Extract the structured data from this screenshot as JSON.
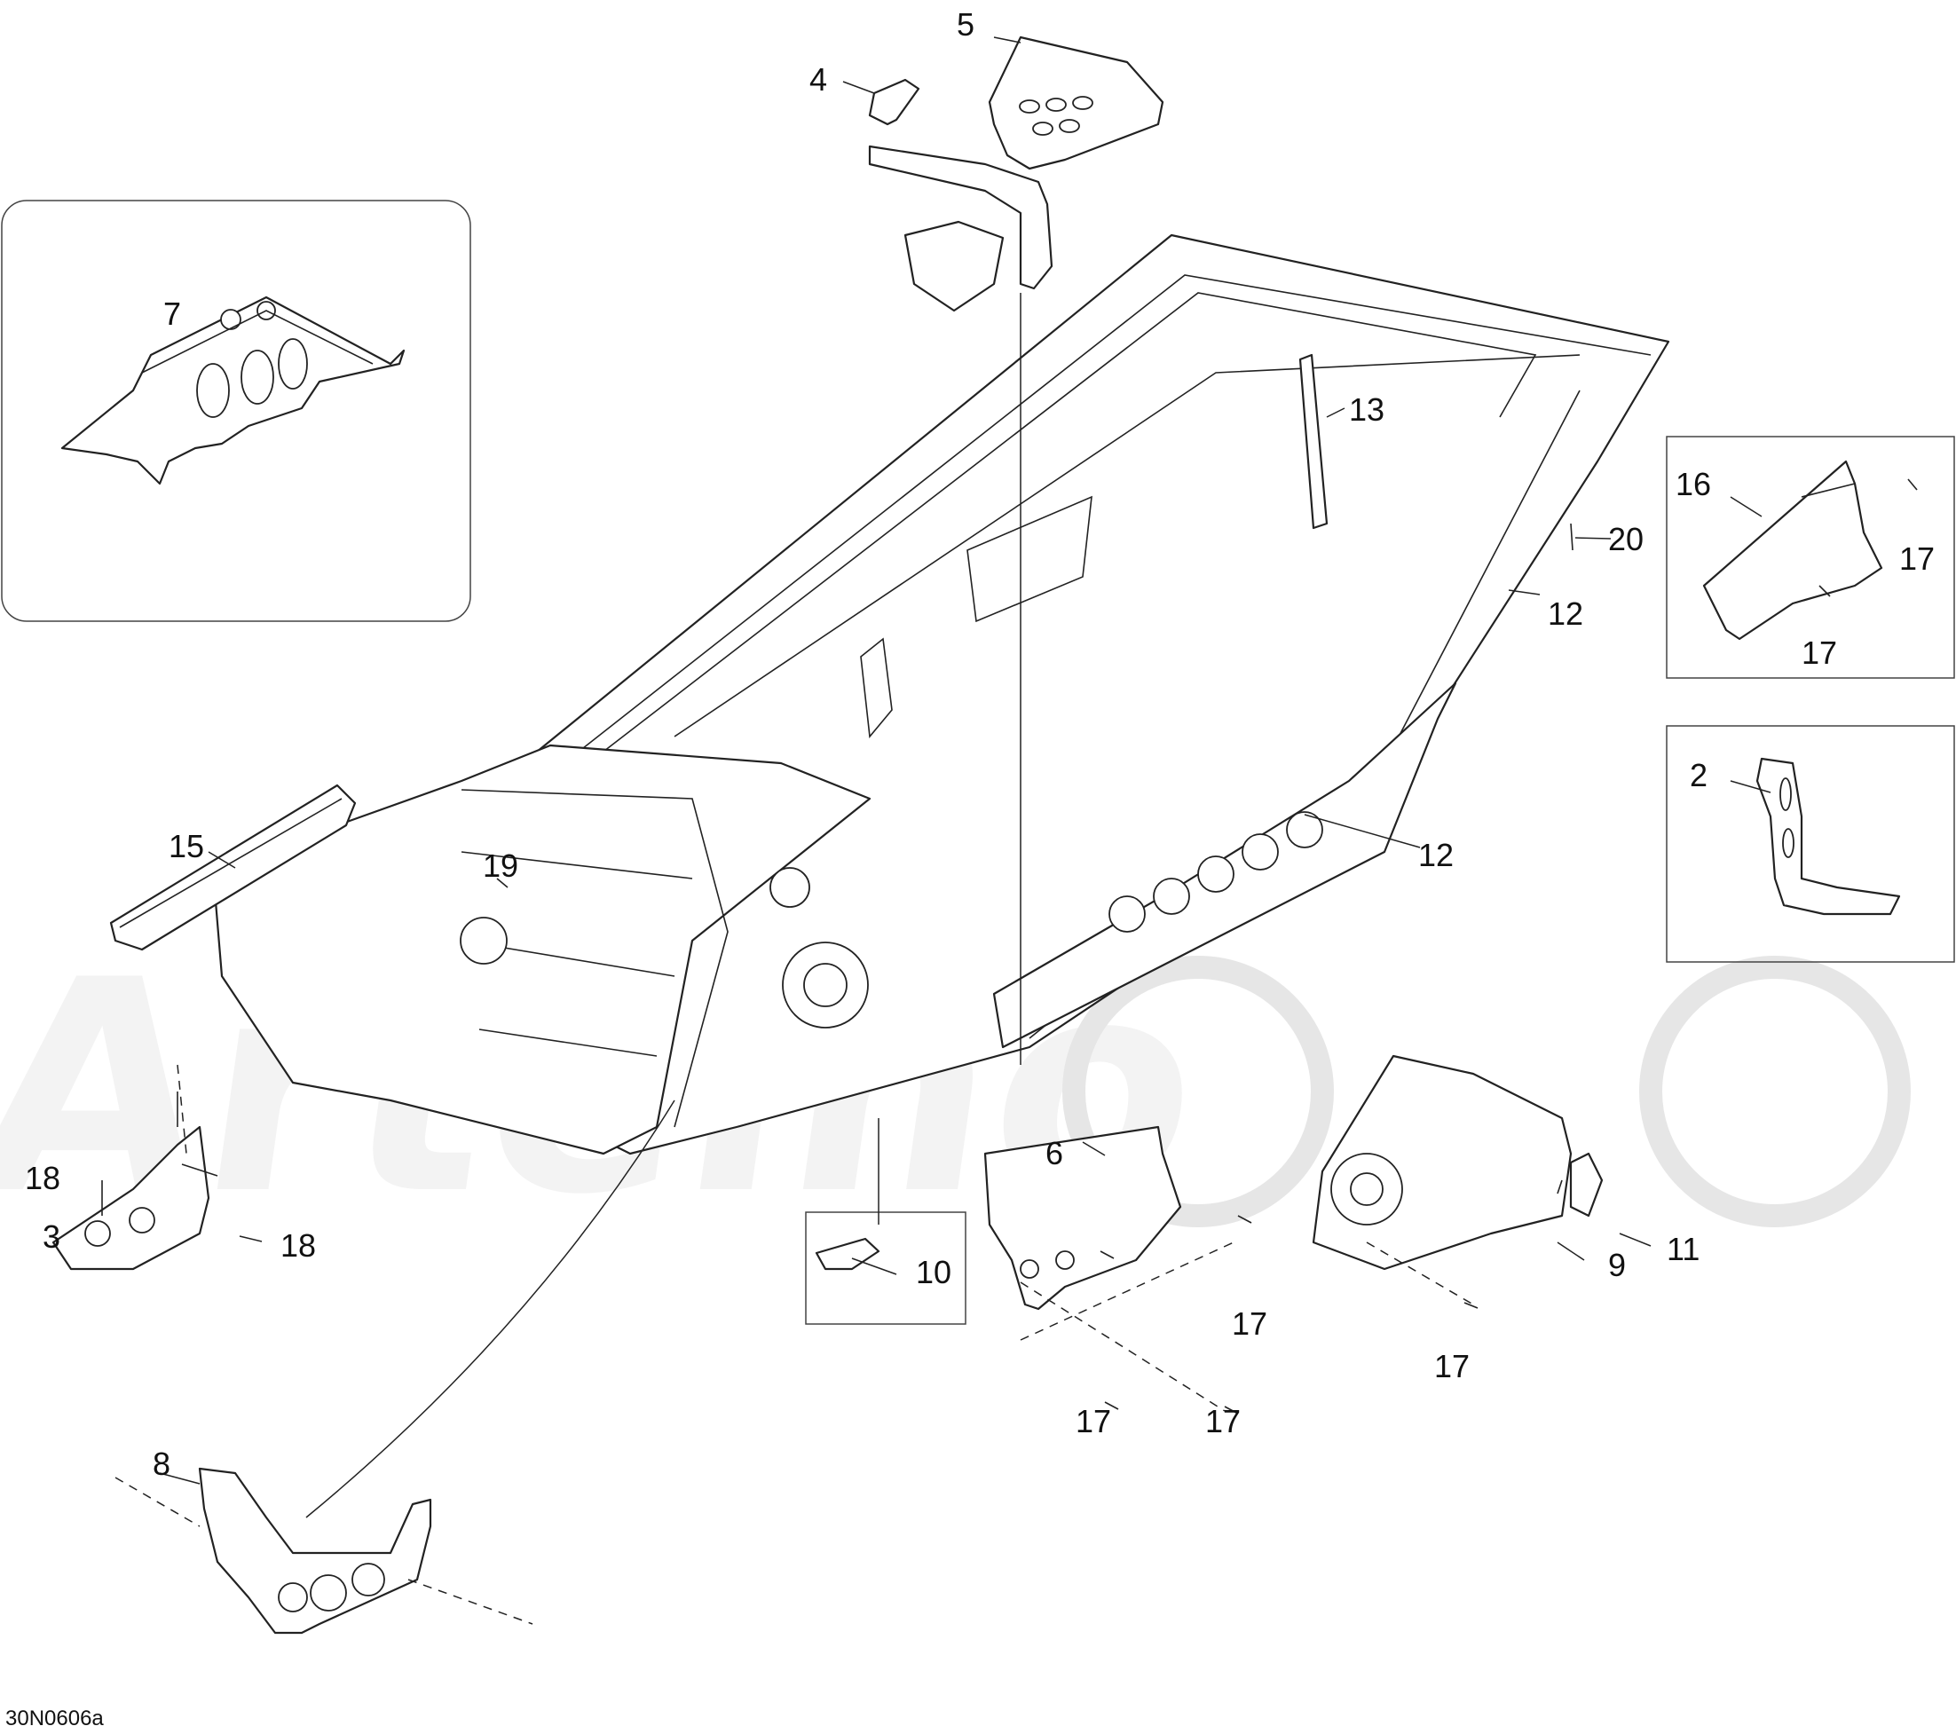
{
  "figure_code": "30N0606a",
  "watermark": "Artemo",
  "callouts": {
    "c1": "7",
    "c2": "5",
    "c3": "4",
    "c4": "13",
    "c5": "20",
    "c6": "12",
    "c7": "12",
    "c8": "16",
    "c9": "17",
    "c10": "17",
    "c11": "2",
    "c12": "15",
    "c13": "19",
    "c14": "18",
    "c15": "3",
    "c16": "18",
    "c17": "10",
    "c18": "6",
    "c19": "17",
    "c20": "17",
    "c21": "17",
    "c22": "9",
    "c23": "11",
    "c24": "17",
    "c25": "8"
  }
}
